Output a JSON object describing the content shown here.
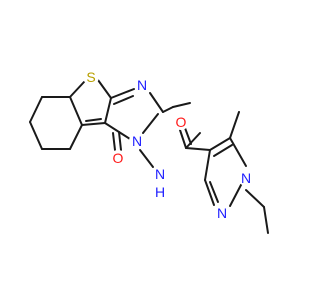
{
  "molecule": {
    "atoms": [
      {
        "id": "S1",
        "label": "S",
        "color": "#b8a000"
      },
      {
        "id": "N_pym",
        "label": "N",
        "color": "#2020ff"
      },
      {
        "id": "N_amideRing",
        "label": "N",
        "color": "#2020ff"
      },
      {
        "id": "O_ring",
        "label": "O",
        "color": "#ff1a1a"
      },
      {
        "id": "N_H",
        "label": "N",
        "color": "#2020ff"
      },
      {
        "id": "H",
        "label": "H",
        "color": "#2020ff"
      },
      {
        "id": "O_amide",
        "label": "O",
        "color": "#ff1a1a"
      },
      {
        "id": "N_pz2",
        "label": "N",
        "color": "#2020ff"
      },
      {
        "id": "N_pz1",
        "label": "N",
        "color": "#2020ff"
      }
    ]
  }
}
